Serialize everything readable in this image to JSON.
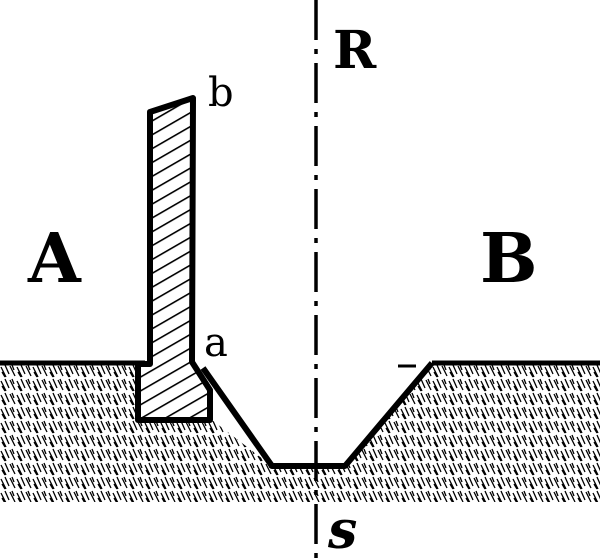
{
  "labels": {
    "left_region": "A",
    "right_region": "B",
    "axis_top": "R",
    "axis_bottom": "s",
    "wall_top": "b",
    "wall_bottom": "a"
  }
}
